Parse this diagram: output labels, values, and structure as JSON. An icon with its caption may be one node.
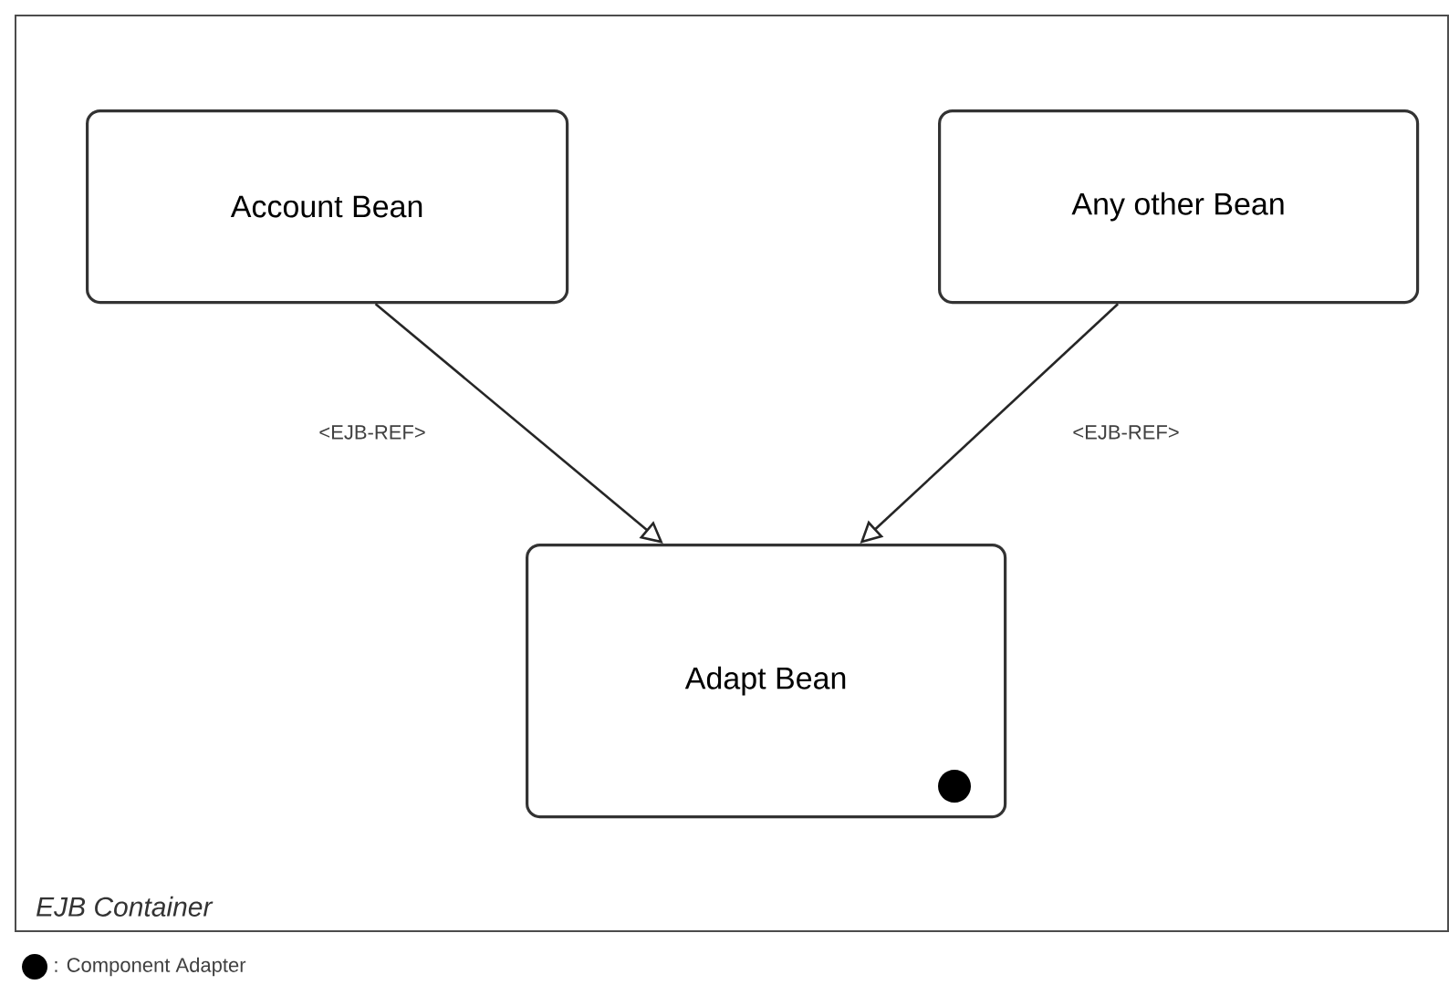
{
  "diagram": {
    "nodes": [
      {
        "text": [
          "EJB Container"
        ]
      },
      {
        "text": [
          "Account Bean"
        ],
        "in": 0
      },
      {
        "text": [
          "Any other Bean"
        ],
        "in": 0
      },
      {
        "text": [
          "Adapt Bean"
        ],
        "in": 0
      }
    ],
    "edges": [
      {
        "from": 1,
        "to": 3,
        "arrow": "to",
        "label": "<EJB-REF>"
      },
      {
        "from": 2,
        "to": 3,
        "arrow": "to",
        "label": "<EJB-REF>"
      }
    ],
    "legend": [
      {
        "text": ": Component Adapter"
      }
    ]
  }
}
